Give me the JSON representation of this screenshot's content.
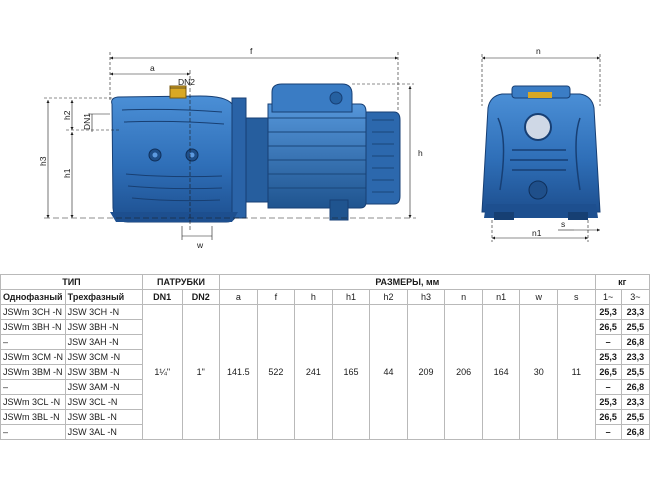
{
  "drawing": {
    "side_labels": {
      "f": "f",
      "a": "a",
      "DN2": "DN2",
      "DN1": "DN1",
      "h": "h",
      "h1": "h1",
      "h2": "h2",
      "h3": "h3",
      "w": "w"
    },
    "front_labels": {
      "n": "n",
      "n1": "n1",
      "s": "s"
    }
  },
  "table": {
    "group_headers": {
      "type": "ТИП",
      "ports": "ПАТРУБКИ",
      "dims": "РАЗМЕРЫ, мм",
      "weight": "кг"
    },
    "sub_headers": {
      "single_phase": "Однофазный",
      "three_phase": "Трехфазный",
      "dn1": "DN1",
      "dn2": "DN2",
      "a": "a",
      "f": "f",
      "h": "h",
      "h1": "h1",
      "h2": "h2",
      "h3": "h3",
      "n": "n",
      "n1": "n1",
      "w": "w",
      "s": "s",
      "w1": "1~",
      "w3": "3~"
    },
    "rows": [
      {
        "single": "JSWm 3CH  -N",
        "three": "JSW 3CH  -N",
        "kg1": "25,3",
        "kg3": "23,3"
      },
      {
        "single": "JSWm 3BH  -N",
        "three": "JSW 3BH  -N",
        "kg1": "26,5",
        "kg3": "25,5"
      },
      {
        "single": "–",
        "three": "JSW 3AH -N",
        "kg1": "–",
        "kg3": "26,8"
      },
      {
        "single": "JSWm 3CM -N",
        "three": "JSW 3CM -N",
        "kg1": "25,3",
        "kg3": "23,3"
      },
      {
        "single": "JSWm 3BM -N",
        "three": "JSW 3BM -N",
        "kg1": "26,5",
        "kg3": "25,5"
      },
      {
        "single": "–",
        "three": "JSW 3AM -N",
        "kg1": "–",
        "kg3": "26,8"
      },
      {
        "single": "JSWm 3CL  -N",
        "three": "JSW 3CL  -N",
        "kg1": "25,3",
        "kg3": "23,3"
      },
      {
        "single": "JSWm 3BL  -N",
        "three": "JSW 3BL  -N",
        "kg1": "26,5",
        "kg3": "25,5"
      },
      {
        "single": "–",
        "three": "JSW 3AL  -N",
        "kg1": "–",
        "kg3": "26,8"
      }
    ],
    "common": {
      "dn1": "1¼\"",
      "dn2": "1\"",
      "a": "141.5",
      "f": "522",
      "h": "241",
      "h1": "165",
      "h2": "44",
      "h3": "209",
      "n": "206",
      "n1": "164",
      "w": "30",
      "s": "11"
    },
    "colors": {
      "pump_blue": "#2f6fb8",
      "pump_dark": "#1d4f8f",
      "grid": "#b9b9b9"
    }
  }
}
